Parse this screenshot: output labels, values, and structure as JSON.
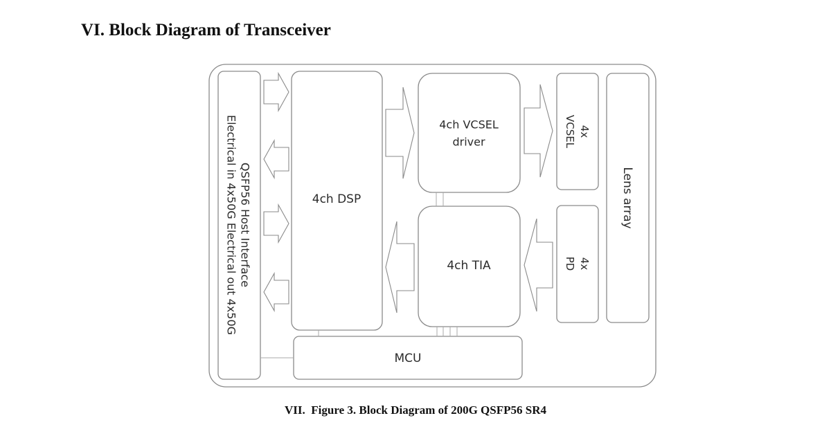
{
  "heading": "VI. Block Diagram of Transceiver",
  "caption": "VII.  Figure 3. Block Diagram of 200G QSFP56 SR4",
  "diagram": {
    "host_interface": {
      "line1": "QSFP56 Host Interface",
      "line2": "Electrical in 4x50G Electrical out 4x50G"
    },
    "dsp": "4ch DSP",
    "vcsel_driver": {
      "line1": "4ch VCSEL",
      "line2": "driver"
    },
    "tia": "4ch TIA",
    "vcsel": {
      "line1": "4x",
      "line2": "VCSEL"
    },
    "pd": {
      "line1": "4x",
      "line2": "PD"
    },
    "lens_array": "Lens array",
    "mcu": "MCU"
  },
  "colors": {
    "stroke": "#8a8a8a",
    "text": "#2b2b2b",
    "background": "#ffffff"
  }
}
